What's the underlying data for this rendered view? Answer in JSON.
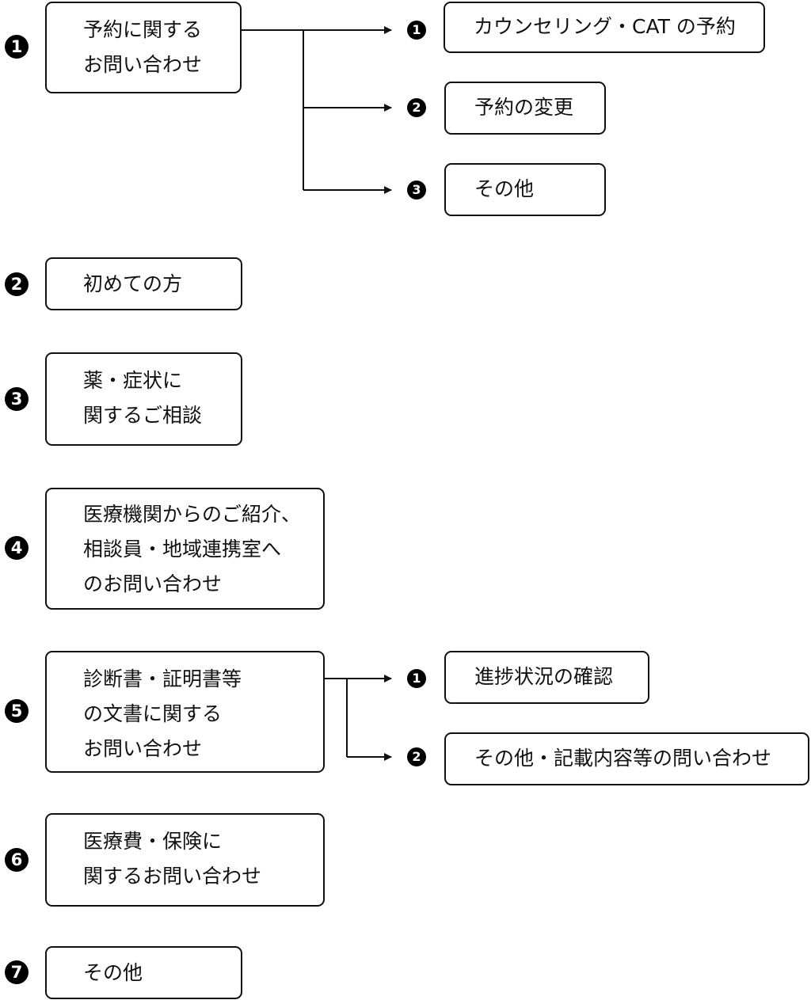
{
  "items": [
    {
      "num": "1",
      "lines": [
        "予約に関する",
        "お問い合わせ"
      ],
      "sub": [
        {
          "num": "1",
          "text": "カウンセリング・CAT の予約"
        },
        {
          "num": "2",
          "text": "予約の変更"
        },
        {
          "num": "3",
          "text": "その他"
        }
      ]
    },
    {
      "num": "2",
      "lines": [
        "初めての方"
      ]
    },
    {
      "num": "3",
      "lines": [
        "薬・症状に",
        "関するご相談"
      ]
    },
    {
      "num": "4",
      "lines": [
        "医療機関からのご紹介、",
        "相談員・地域連携室へ",
        "のお問い合わせ"
      ]
    },
    {
      "num": "5",
      "lines": [
        "診断書・証明書等",
        "の文書に関する",
        "お問い合わせ"
      ],
      "sub": [
        {
          "num": "1",
          "text": "進捗状況の確認"
        },
        {
          "num": "2",
          "text": "その他・記載内容等の問い合わせ"
        }
      ]
    },
    {
      "num": "6",
      "lines": [
        "医療費・保険に",
        "関するお問い合わせ"
      ]
    },
    {
      "num": "7",
      "lines": [
        "その他"
      ]
    }
  ]
}
